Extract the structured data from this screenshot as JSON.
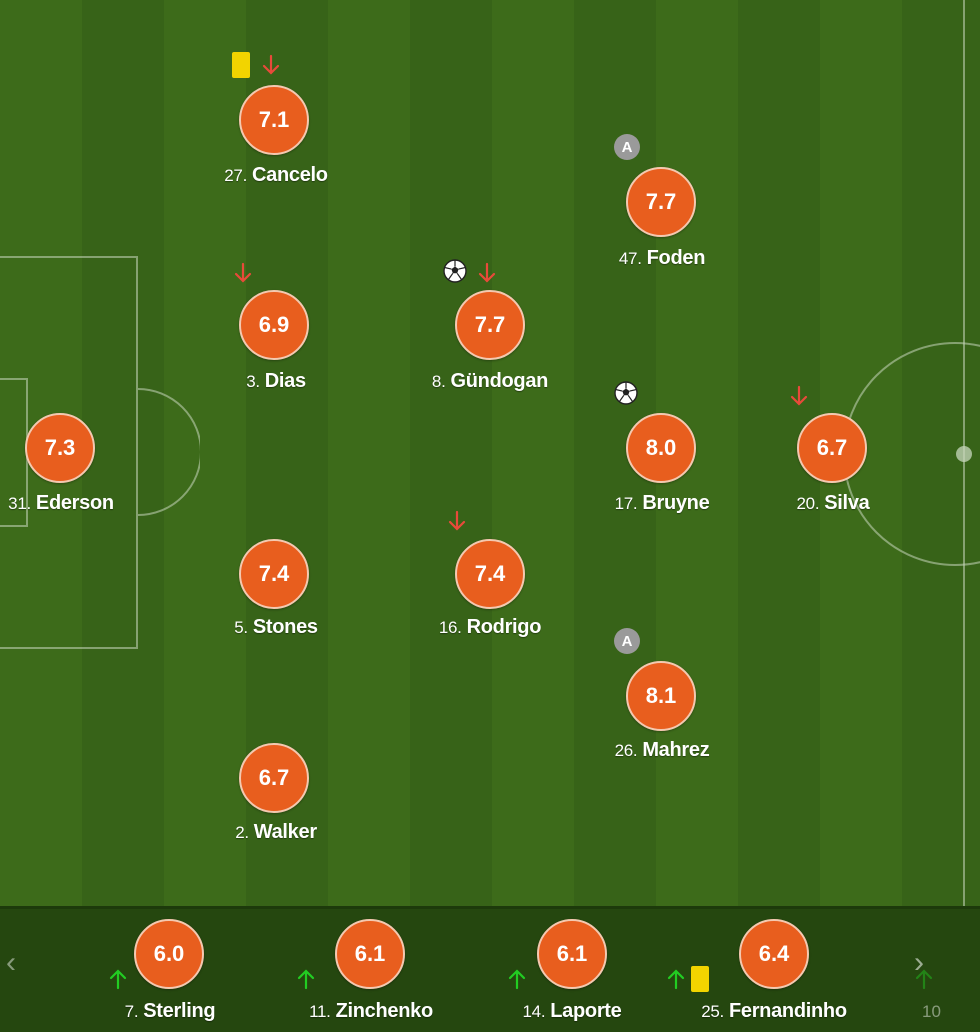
{
  "starters": [
    {
      "id": "cancelo",
      "number": "27.",
      "name": "Cancelo",
      "rating": "7.1",
      "yellow_card": true,
      "subbed_off": true
    },
    {
      "id": "dias",
      "number": "3.",
      "name": "Dias",
      "rating": "6.9",
      "subbed_off": true
    },
    {
      "id": "ederson",
      "number": "31.",
      "name": "Ederson",
      "rating": "7.3"
    },
    {
      "id": "stones",
      "number": "5.",
      "name": "Stones",
      "rating": "7.4"
    },
    {
      "id": "walker",
      "number": "2.",
      "name": "Walker",
      "rating": "6.7"
    },
    {
      "id": "gundogan",
      "number": "8.",
      "name": "Gündogan",
      "rating": "7.7",
      "goal": true,
      "subbed_off": true
    },
    {
      "id": "rodrigo",
      "number": "16.",
      "name": "Rodrigo",
      "rating": "7.4",
      "subbed_off": true
    },
    {
      "id": "foden",
      "number": "47.",
      "name": "Foden",
      "rating": "7.7",
      "assist": true
    },
    {
      "id": "bruyne",
      "number": "17.",
      "name": "Bruyne",
      "rating": "8.0",
      "goal": true
    },
    {
      "id": "mahrez",
      "number": "26.",
      "name": "Mahrez",
      "rating": "8.1",
      "assist": true
    },
    {
      "id": "silva",
      "number": "20.",
      "name": "Silva",
      "rating": "6.7",
      "subbed_off": true
    }
  ],
  "substitutes": [
    {
      "id": "sterling",
      "number": "7.",
      "name": "Sterling",
      "rating": "6.0",
      "subbed_on": true
    },
    {
      "id": "zinchenko",
      "number": "11.",
      "name": "Zinchenko",
      "rating": "6.1",
      "subbed_on": true
    },
    {
      "id": "laporte",
      "number": "14.",
      "name": "Laporte",
      "rating": "6.1",
      "subbed_on": true
    },
    {
      "id": "fernandinho",
      "number": "25.",
      "name": "Fernandinho",
      "rating": "6.4",
      "subbed_on": true,
      "yellow_card": true
    },
    {
      "id": "partial",
      "number": "10"
    }
  ],
  "icons": {
    "assist_label": "A",
    "prev_glyph": "‹",
    "next_glyph": "›"
  },
  "colors": {
    "rating_bg": "#e85e1e",
    "sub_off_arrow": "#e84a3a",
    "sub_on_arrow": "#22cc22",
    "yellow_card": "#f2d400"
  }
}
